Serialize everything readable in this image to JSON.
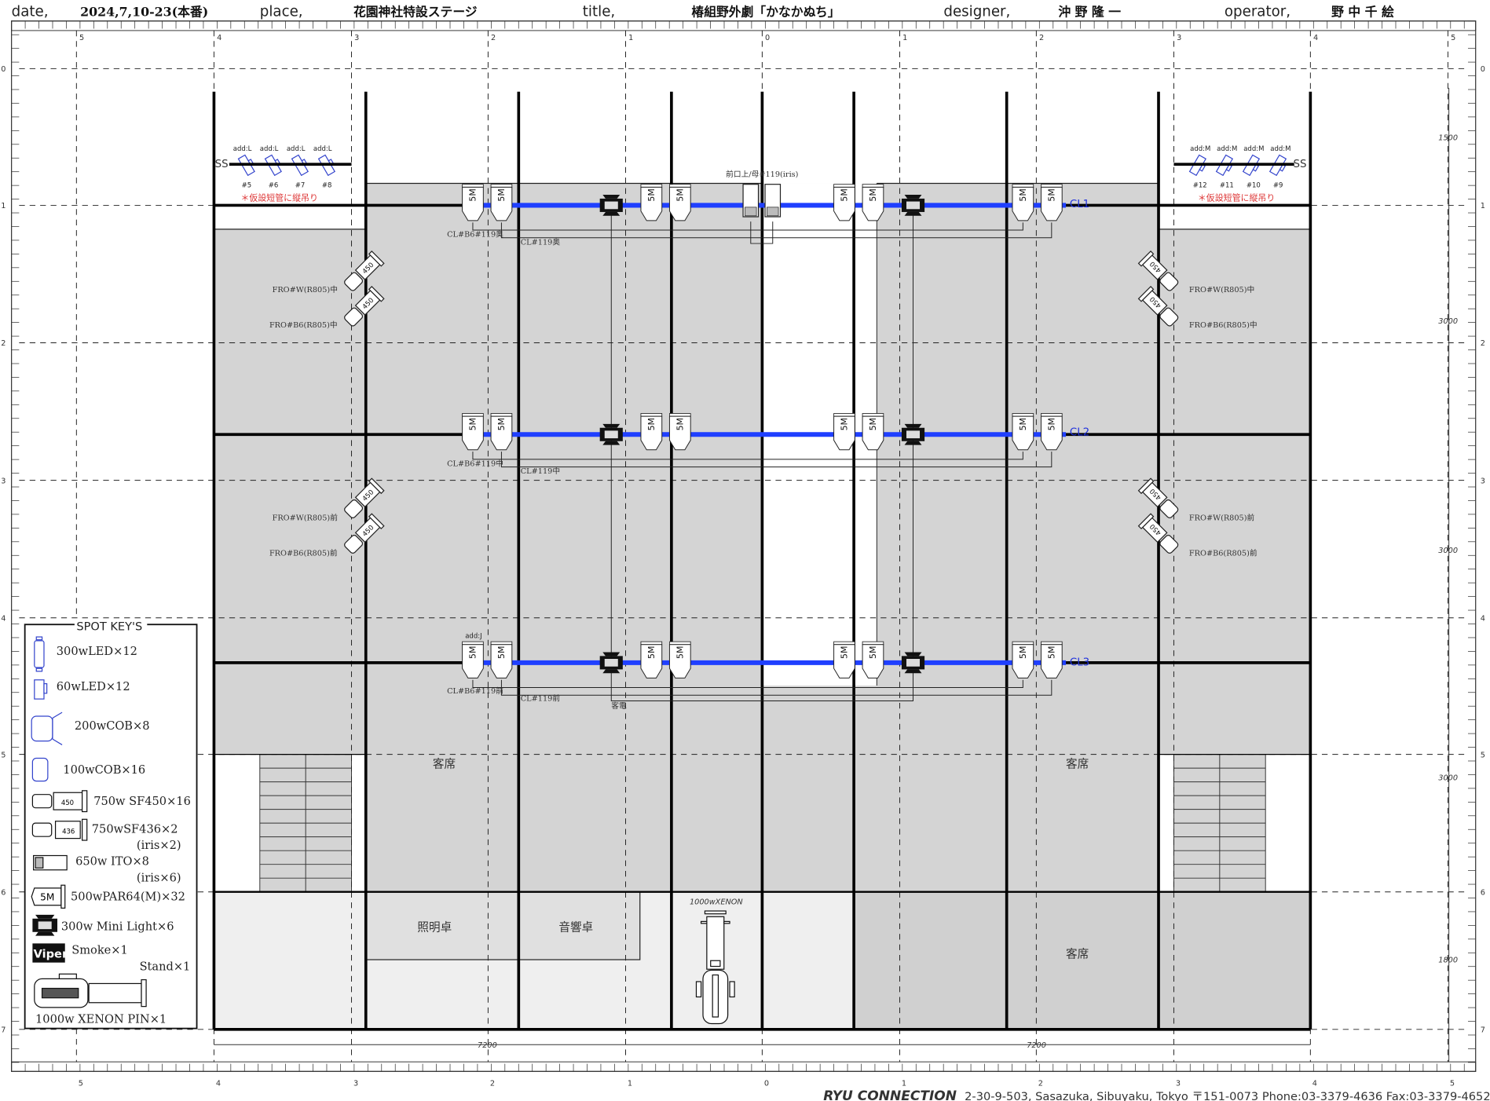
{
  "header": {
    "date_label": "date,",
    "date": "2024,7,10-23(本番)",
    "place_label": "place,",
    "place": "花園神社特設ステージ",
    "title_label": "title,",
    "title": "椿組野外劇「かなかぬち」",
    "designer_label": "designer,",
    "designer": "沖 野 隆 一",
    "operator_label": "operator,",
    "operator": "野 中 千 絵"
  },
  "grid": {
    "col_labels": [
      "5",
      "4",
      "3",
      "2",
      "1",
      "0",
      "1",
      "2",
      "3",
      "4",
      "5"
    ],
    "row_labels": [
      "0",
      "1",
      "2",
      "3",
      "4",
      "5",
      "6",
      "7"
    ]
  },
  "pipes": {
    "cl1": "CL1",
    "cl2": "CL2",
    "cl3": "CL3"
  },
  "side_left": {
    "ss": "SS",
    "adds": [
      "add:L",
      "add:L",
      "add:L",
      "add:L"
    ],
    "nums": [
      "#5",
      "#6",
      "#7",
      "#8"
    ],
    "note": "＊仮設短管に縦吊り"
  },
  "side_right": {
    "ss": "SS",
    "adds": [
      "add:M",
      "add:M",
      "add:M",
      "add:M"
    ],
    "nums": [
      "#12",
      "#11",
      "#10",
      "#9"
    ],
    "note": "＊仮設短管に縦吊り"
  },
  "fixture_labels": {
    "par": "5M",
    "sf": "450"
  },
  "circuits": {
    "cl1_a": "CL#B6#119奥",
    "cl1_b": "CL#119奥",
    "cl2_a": "CL#B6#119中",
    "cl2_b": "CL#119中",
    "cl3_a": "CL#B6#119前",
    "cl3_b": "CL#119前",
    "house": "客電",
    "add_j": "add:J",
    "iris": "前口上/母#119(iris)"
  },
  "fro": {
    "w_mid": "FRO#W(R805)中",
    "b6_mid": "FRO#B6(R805)中",
    "w_front": "FRO#W(R805)前",
    "b6_front": "FRO#B6(R805)前"
  },
  "areas": {
    "seats": "客席",
    "lighting_desk": "照明卓",
    "sound_desk": "音響卓",
    "xenon": "1000wXENON"
  },
  "dimensions": {
    "bottom": [
      "7200",
      "7200"
    ],
    "right": [
      "1500",
      "3000",
      "3000",
      "3000",
      "1800"
    ]
  },
  "legend": {
    "title": "SPOT KEY'S",
    "items": [
      "300wLED×12",
      "60wLED×12",
      "200wCOB×8",
      "100wCOB×16",
      "750w SF450×16",
      "750wSF436×2",
      "650w ITO×8",
      "500wPAR64(M)×32",
      "300w Mini Light×6",
      "Smoke×1",
      "Stand×1",
      "1000w XENON PIN×1"
    ],
    "sub": {
      "sf436": "(iris×2)",
      "ito": "(iris×6)"
    },
    "badges": {
      "sf450": "450",
      "sf436": "436",
      "par": "5M",
      "viper": "Viper"
    }
  },
  "footer": {
    "brand": "RYU CONNECTION",
    "address": "2-30-9-503, Sasazuka, Sibuyaku, Tokyo 〒151-0073 Phone:03-3379-4636 Fax:03-3379-4652"
  },
  "colors": {
    "pipe_blue": "#1f3fff",
    "stage_gray": "#d4d4d4",
    "note_red": "#dd3333",
    "led_blue": "#3344cc"
  }
}
